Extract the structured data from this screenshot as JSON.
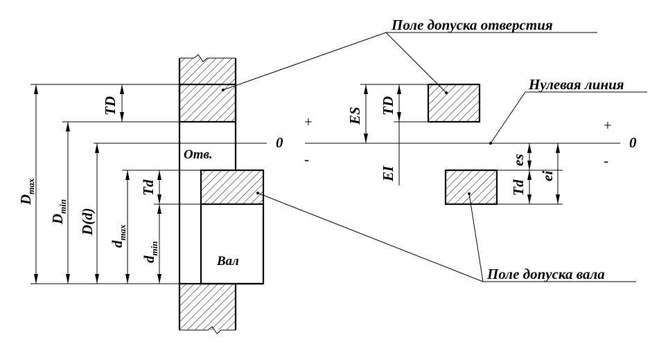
{
  "labels": {
    "hole_tolerance_zone": "Поле допуска отверстия",
    "zero_line": "Нулевая линия",
    "shaft_tolerance_zone": "Поле допуска вала",
    "hole": "Отв.",
    "shaft": "Вал",
    "zero_left": "0",
    "zero_right": "0"
  },
  "signs": {
    "plus_left": "+",
    "minus_left": "-",
    "plus_right": "+",
    "minus_right": "-"
  },
  "dimensions": {
    "D_max": "D",
    "D_max_sub": "max",
    "D_min": "D",
    "D_min_sub": "min",
    "D_d": "D(d)",
    "d_max": "d",
    "d_max_sub": "max",
    "d_min": "d",
    "d_min_sub": "min",
    "TD_left": "TD",
    "Td_left": "Td",
    "ES": "ES",
    "TD_right": "TD",
    "EI": "EI",
    "es": "es",
    "Td_right": "Td",
    "ei": "ei"
  }
}
